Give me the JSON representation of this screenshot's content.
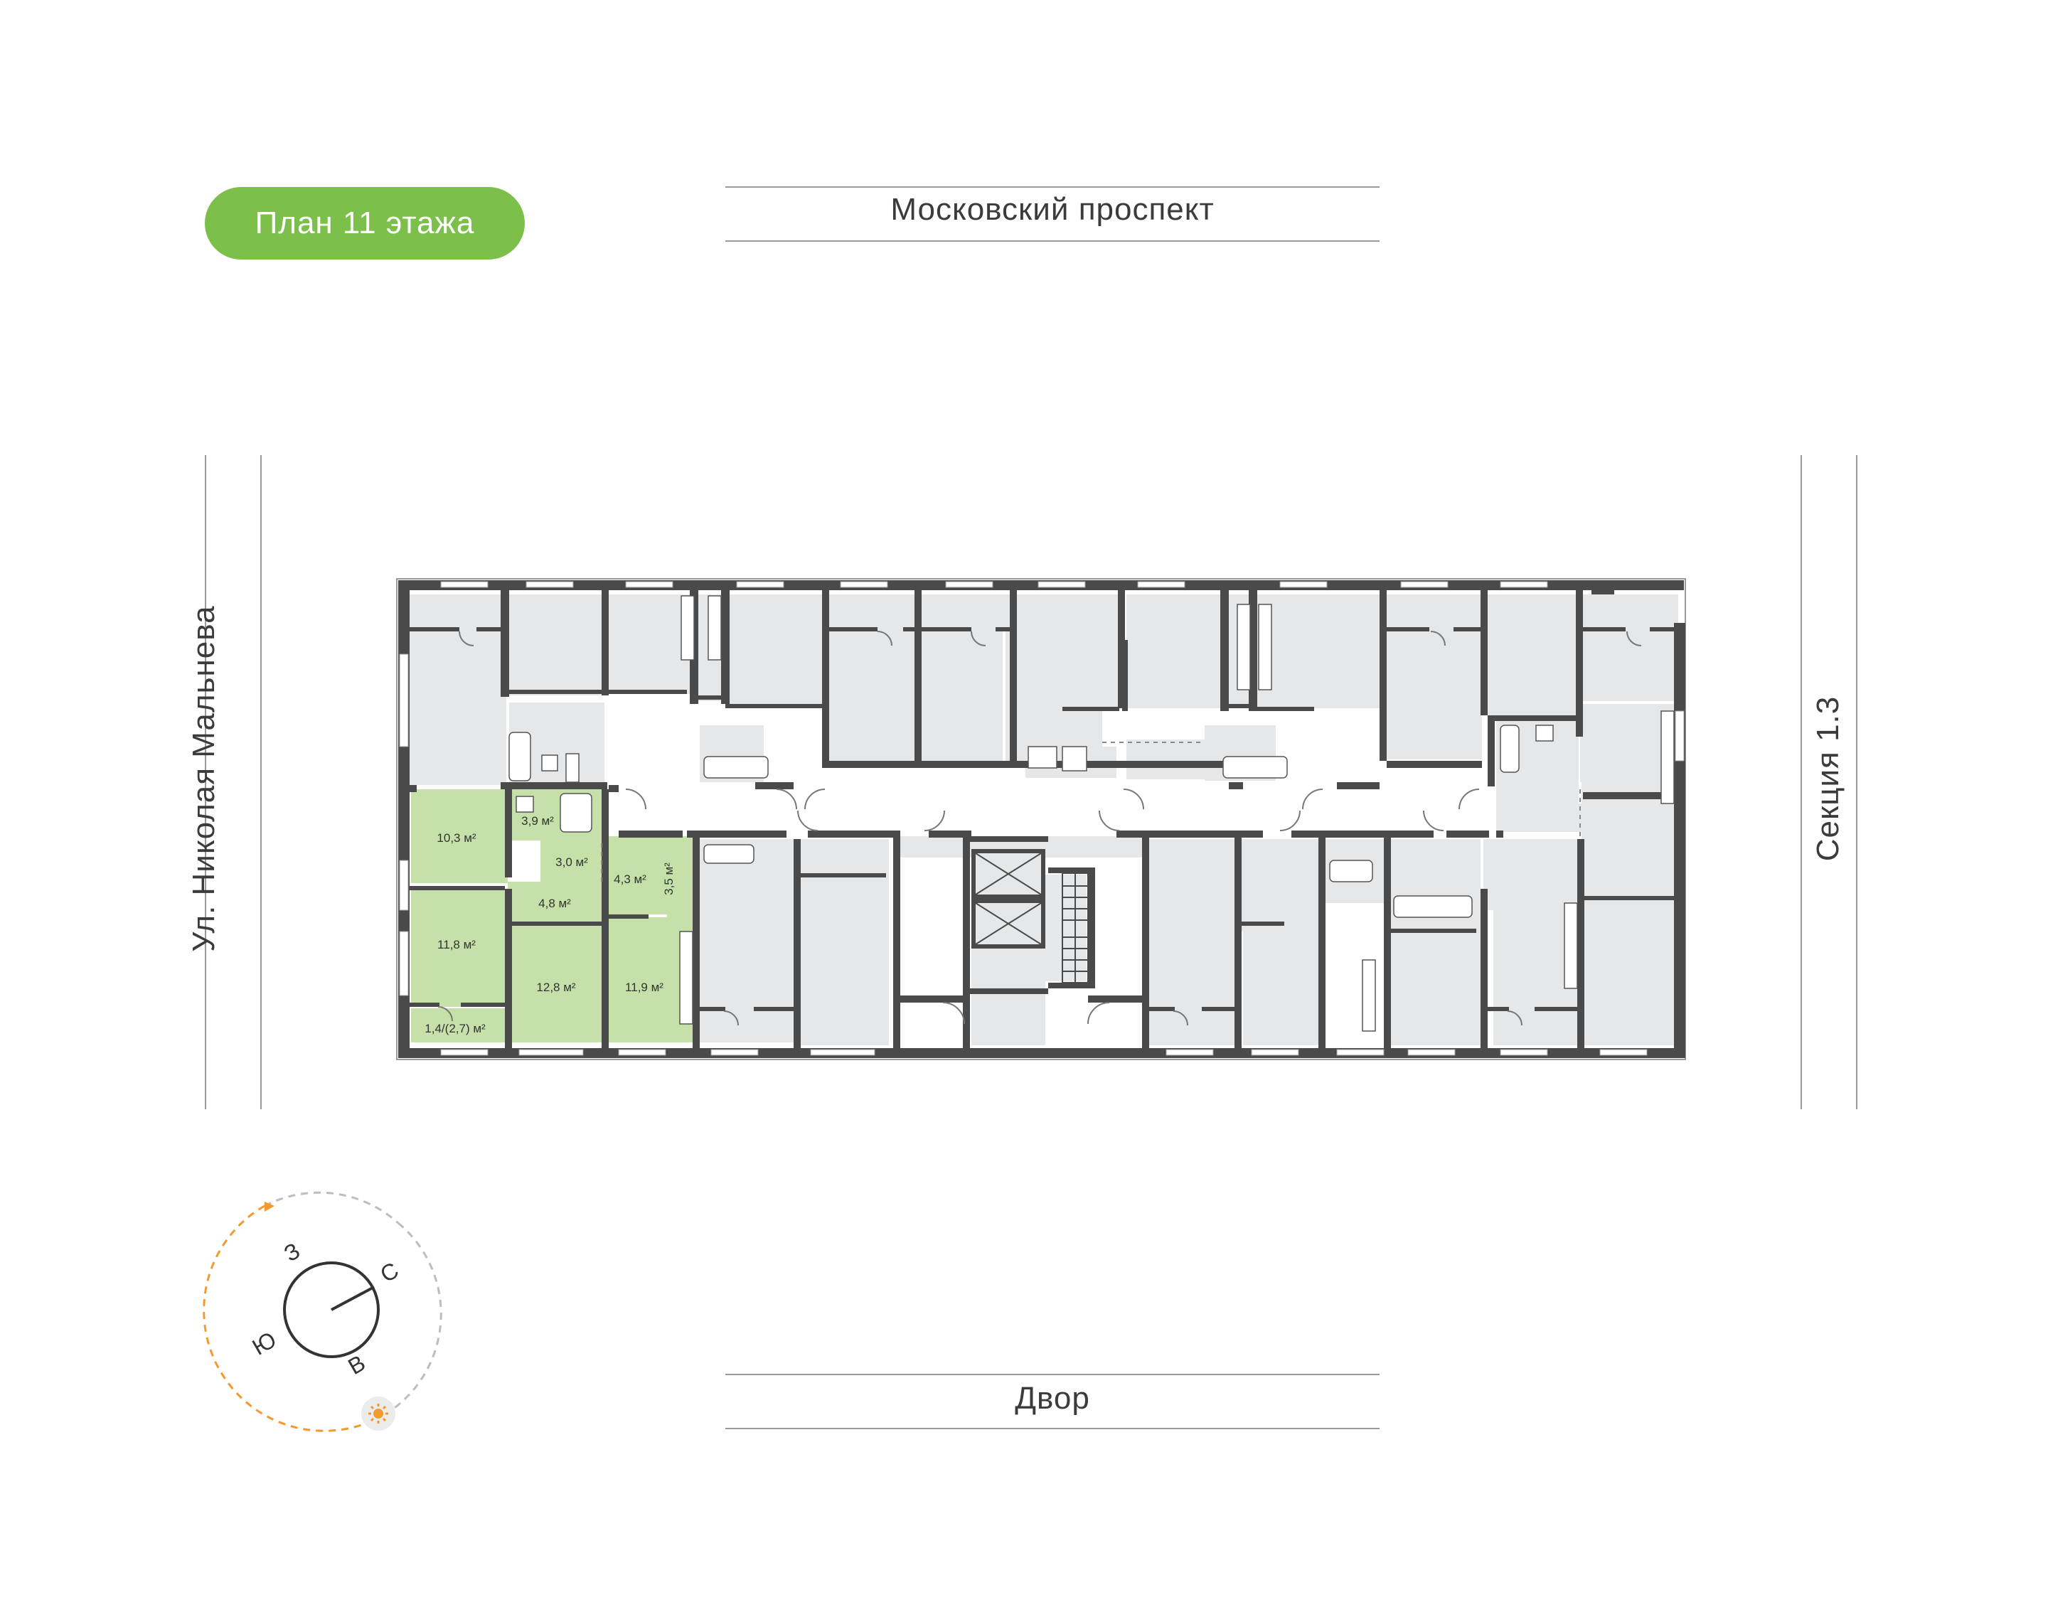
{
  "floor_badge": "План 11 этажа",
  "streets": {
    "top": "Московский проспект",
    "bottom": "Двор",
    "left": "Ул. Николая Мальнева",
    "right": "Секция 1.3"
  },
  "highlighted_apartment": {
    "rooms": [
      {
        "id": "room-1",
        "area": "10,3 м²"
      },
      {
        "id": "room-2",
        "area": "3,9 м²"
      },
      {
        "id": "room-3",
        "area": "3,0 м²"
      },
      {
        "id": "room-4",
        "area": "4,3 м²"
      },
      {
        "id": "room-5",
        "area": "3,5 м²"
      },
      {
        "id": "room-6",
        "area": "4,8 м²"
      },
      {
        "id": "room-7",
        "area": "11,8 м²"
      },
      {
        "id": "room-8",
        "area": "12,8 м²"
      },
      {
        "id": "room-9",
        "area": "11,9 м²"
      },
      {
        "id": "room-10",
        "area": "1,4/(2,7) м²"
      }
    ]
  },
  "compass": {
    "labels": {
      "west": "З",
      "north": "С",
      "south": "Ю",
      "east": "В"
    },
    "sun_icon": "sun-icon"
  },
  "colors": {
    "accent": "#7cc04b",
    "highlight_fill": "#c5e0a8",
    "room_fill": "#e6e7e8",
    "wall": "#4a4a4a",
    "sun_path": "#f29a2e"
  }
}
